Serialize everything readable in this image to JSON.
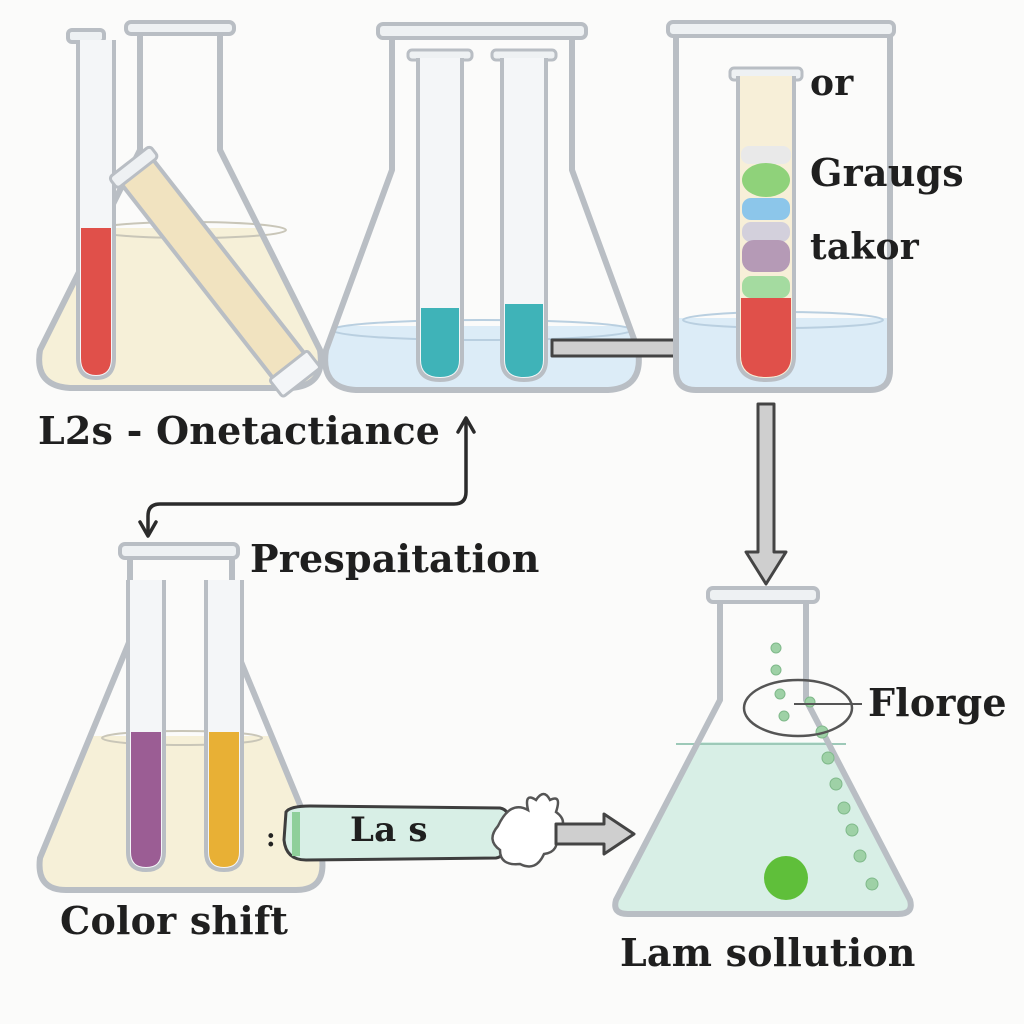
{
  "labels": {
    "top_left": "L2s - Onetactiance",
    "precipitation": "Prespaitation",
    "or": "or",
    "graugs": "Graugs",
    "takor": "takor",
    "florge": "Florge",
    "color_shift": "Color shift",
    "lam_solution": "Lam sollution",
    "las": "La s",
    "colon": ":"
  },
  "colors": {
    "glass_outline": "#b9bec4",
    "glass_fill": "#f1f4f6",
    "cream_liquid": "#f6f0d8",
    "blue_liquid": "#dcecf7",
    "teal": "#3fb3b8",
    "red": "#e0504a",
    "purple": "#9b5d94",
    "orange": "#e8b035",
    "green_dot": "#5fbf3a",
    "mint": "#d8efe6",
    "arrow_fill": "#cfcfcf",
    "arrow_stroke": "#444444"
  }
}
